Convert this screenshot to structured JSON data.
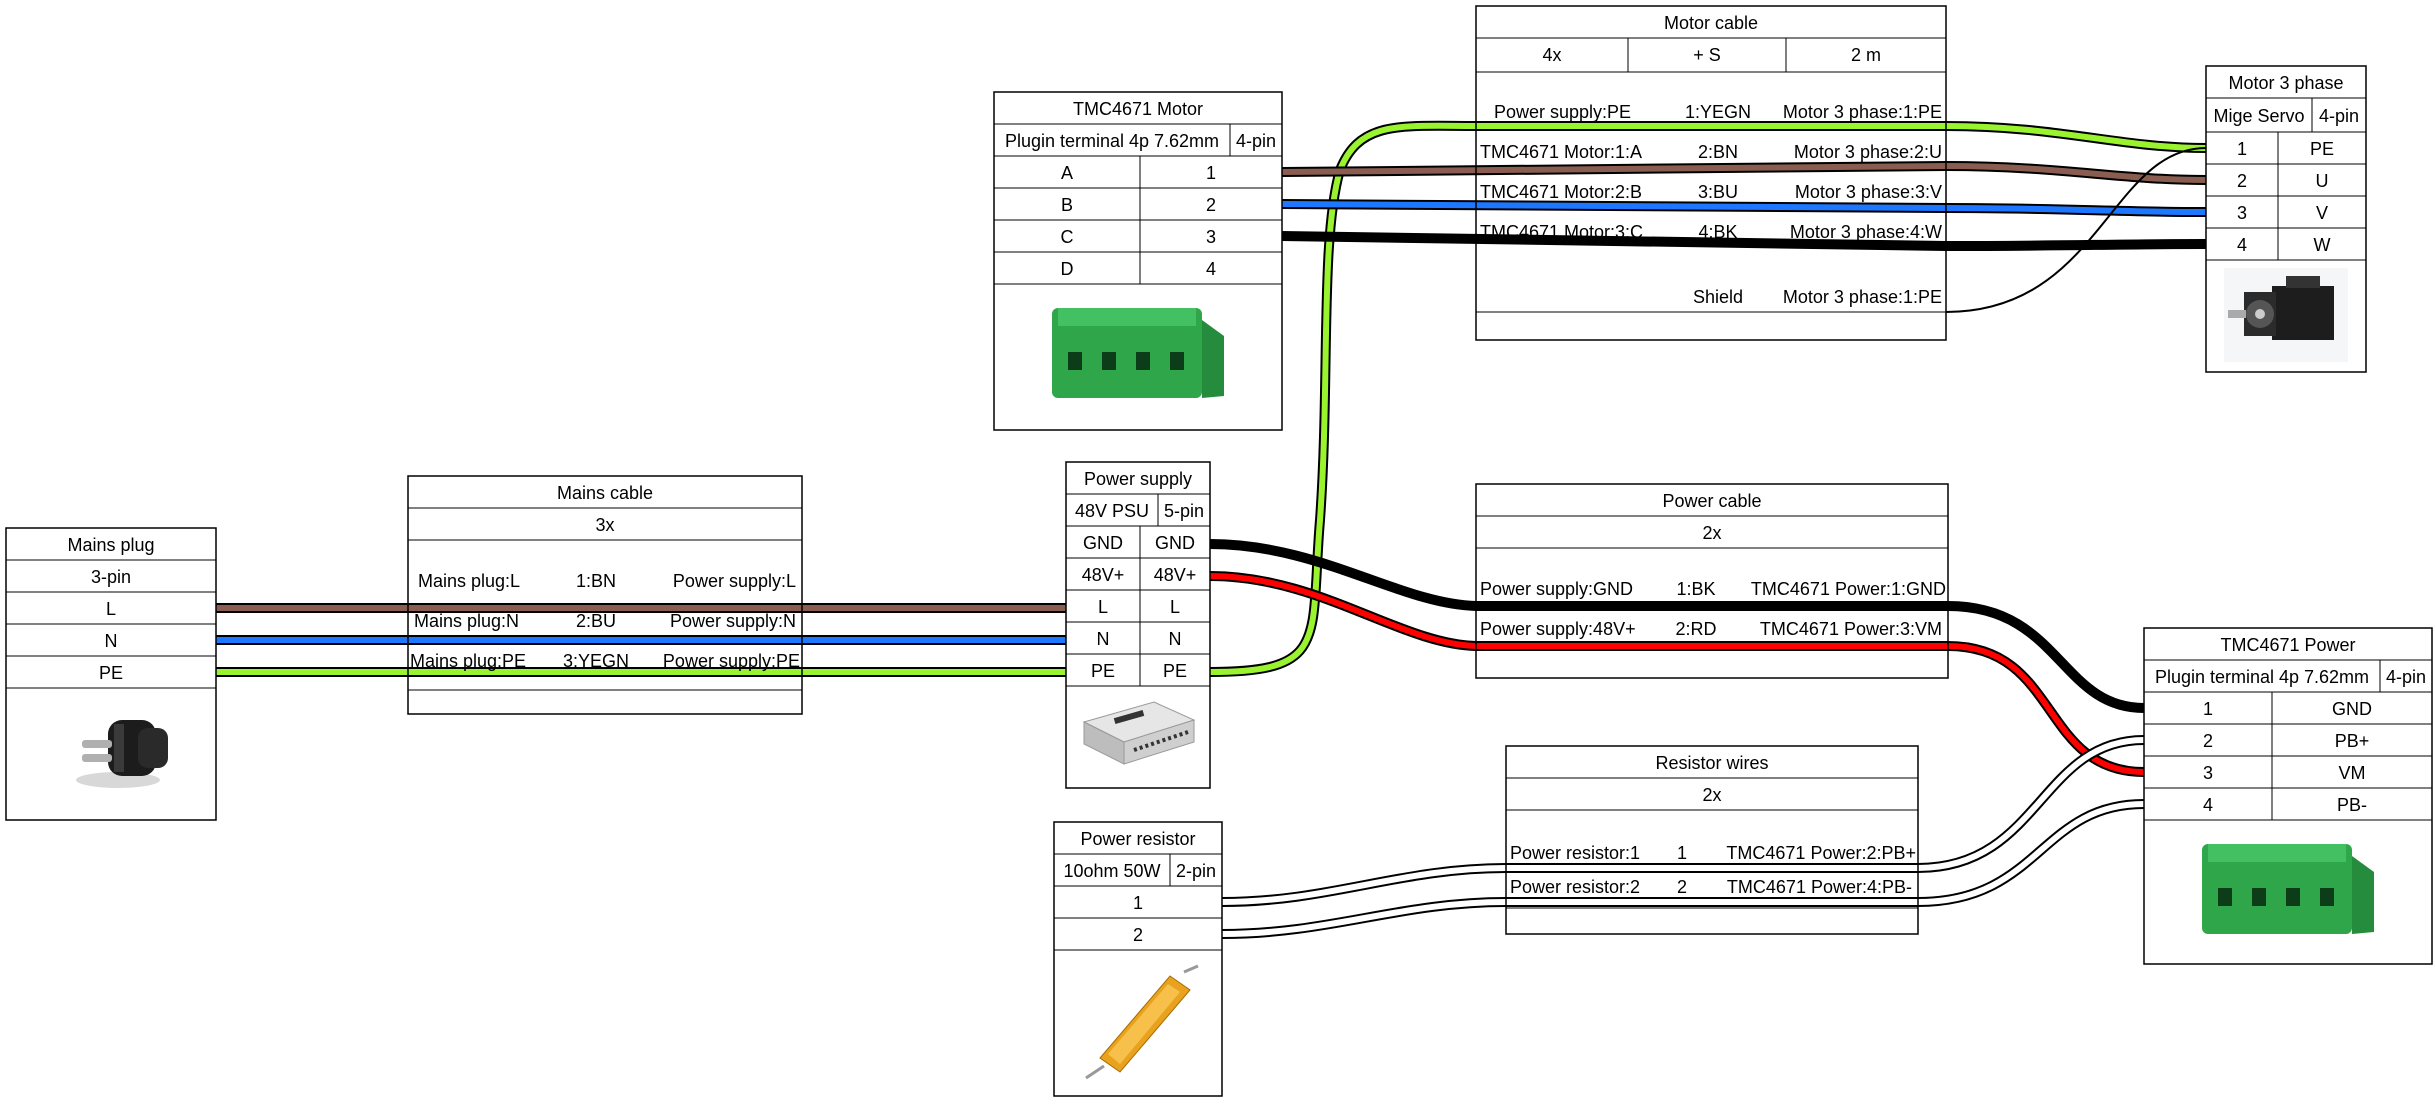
{
  "colors": {
    "BN": "#895d4f",
    "BU": "#1e78ff",
    "YEGN": "#9af32f",
    "BK": "#000000",
    "RD": "#ff0000",
    "WH": "#ffffff",
    "green_connector": "#2fa64a",
    "outline": "#000000"
  },
  "connectors": {
    "mains_plug": {
      "title": "Mains plug",
      "subtitle": "3-pin",
      "pins": [
        "L",
        "N",
        "PE"
      ],
      "image_icon": "mains-plug-image"
    },
    "power_supply": {
      "title": "Power supply",
      "type": "48V PSU",
      "pincount": "5-pin",
      "pins_left": [
        "GND",
        "48V+",
        "L",
        "N",
        "PE"
      ],
      "pins_right": [
        "GND",
        "48V+",
        "L",
        "N",
        "PE"
      ],
      "image_icon": "psu-image"
    },
    "tmc_motor": {
      "title": "TMC4671 Motor",
      "type": "Plugin terminal 4p 7.62mm",
      "pincount": "4-pin",
      "pins_left": [
        "A",
        "B",
        "C",
        "D"
      ],
      "pins_right": [
        "1",
        "2",
        "3",
        "4"
      ],
      "image_icon": "green-terminal-image"
    },
    "motor_3phase": {
      "title": "Motor 3 phase",
      "type": "Mige Servo",
      "pincount": "4-pin",
      "pins_left": [
        "1",
        "2",
        "3",
        "4"
      ],
      "pins_right": [
        "PE",
        "U",
        "V",
        "W"
      ],
      "image_icon": "servo-motor-image"
    },
    "tmc_power": {
      "title": "TMC4671 Power",
      "type": "Plugin terminal 4p 7.62mm",
      "pincount": "4-pin",
      "pins_left": [
        "1",
        "2",
        "3",
        "4"
      ],
      "pins_right": [
        "GND",
        "PB+",
        "VM",
        "PB-"
      ],
      "image_icon": "green-terminal-image"
    },
    "power_resistor": {
      "title": "Power resistor",
      "type": "10ohm 50W",
      "pincount": "2-pin",
      "pins": [
        "1",
        "2"
      ],
      "image_icon": "resistor-image"
    }
  },
  "cables": {
    "mains_cable": {
      "title": "Mains cable",
      "specs": [
        "3x"
      ],
      "wires": [
        {
          "from": "Mains plug:L",
          "label": "1:BN",
          "to": "Power supply:L"
        },
        {
          "from": "Mains plug:N",
          "label": "2:BU",
          "to": "Power supply:N"
        },
        {
          "from": "Mains plug:PE",
          "label": "3:YEGN",
          "to": "Power supply:PE"
        }
      ]
    },
    "motor_cable": {
      "title": "Motor cable",
      "specs": [
        "4x",
        "+ S",
        "2 m"
      ],
      "wires": [
        {
          "from": "Power supply:PE",
          "label": "1:YEGN",
          "to": "Motor 3 phase:1:PE"
        },
        {
          "from": "TMC4671 Motor:1:A",
          "label": "2:BN",
          "to": "Motor 3 phase:2:U"
        },
        {
          "from": "TMC4671 Motor:2:B",
          "label": "3:BU",
          "to": "Motor 3 phase:3:V"
        },
        {
          "from": "TMC4671 Motor:3:C",
          "label": "4:BK",
          "to": "Motor 3 phase:4:W"
        }
      ],
      "shield": {
        "label": "Shield",
        "to": "Motor 3 phase:1:PE"
      }
    },
    "power_cable": {
      "title": "Power cable",
      "specs": [
        "2x"
      ],
      "wires": [
        {
          "from": "Power supply:GND",
          "label": "1:BK",
          "to": "TMC4671 Power:1:GND"
        },
        {
          "from": "Power supply:48V+",
          "label": "2:RD",
          "to": "TMC4671 Power:3:VM"
        }
      ]
    },
    "resistor_wires": {
      "title": "Resistor wires",
      "specs": [
        "2x"
      ],
      "wires": [
        {
          "from": "Power resistor:1",
          "label": "1",
          "to": "TMC4671 Power:2:PB+"
        },
        {
          "from": "Power resistor:2",
          "label": "2",
          "to": "TMC4671 Power:4:PB-"
        }
      ]
    }
  }
}
